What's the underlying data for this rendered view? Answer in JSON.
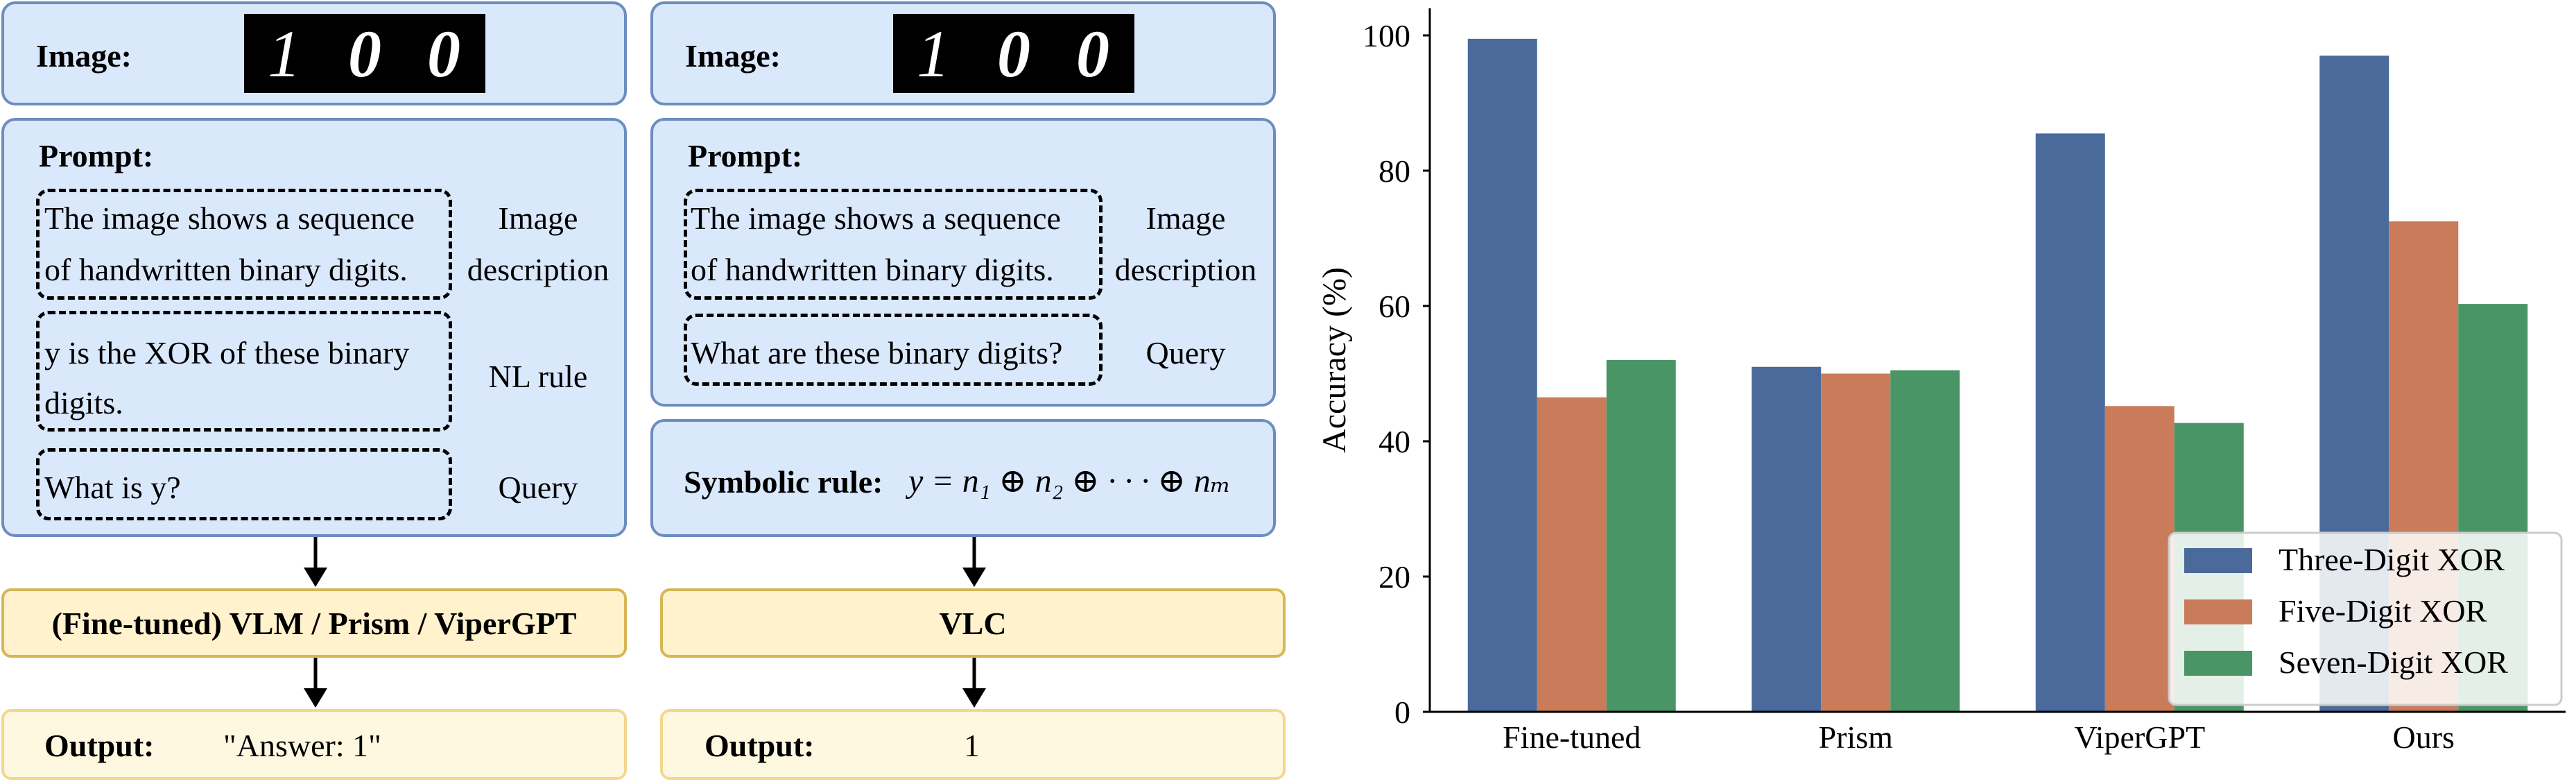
{
  "left_panel": {
    "image_label": "Image:",
    "image_digits": [
      "1",
      "0",
      "0"
    ],
    "prompt_label": "Prompt:",
    "segments": [
      {
        "lines": [
          "The image shows a sequence",
          "of handwritten binary digits."
        ],
        "tag": [
          "Image",
          "description"
        ]
      },
      {
        "lines": [
          "y is the XOR of these binary",
          "digits."
        ],
        "tag": [
          "NL rule"
        ]
      },
      {
        "lines": [
          "What is y?"
        ],
        "tag": [
          "Query"
        ]
      }
    ],
    "model_label": "(Fine-tuned) VLM / Prism / ViperGPT",
    "output_label": "Output:",
    "output_value": "\"Answer: 1\""
  },
  "right_panel": {
    "image_label": "Image:",
    "image_digits": [
      "1",
      "0",
      "0"
    ],
    "prompt_label": "Prompt:",
    "segments": [
      {
        "lines": [
          "The image shows a sequence",
          "of handwritten binary digits."
        ],
        "tag": [
          "Image",
          "description"
        ]
      },
      {
        "lines": [
          "What are these binary digits?"
        ],
        "tag": [
          "Query"
        ]
      }
    ],
    "symbolic_label": "Symbolic rule:",
    "symbolic_formula": "y = n₁ ⊕ n₂ ⊕ · · · ⊕ nₘ",
    "model_label": "VLC",
    "output_label": "Output:",
    "output_value": "1"
  },
  "colors": {
    "box_fill": "#dae8fc",
    "box_border": "#6c8ebf",
    "yellow_fill": "#fff2cc",
    "yellow_border": "#d6b656",
    "series": [
      "#4a6a9b",
      "#c97b5a",
      "#4a9565"
    ]
  },
  "chart_data": {
    "type": "bar",
    "categories": [
      "Fine-tuned",
      "Prism",
      "ViperGPT",
      "Ours"
    ],
    "series": [
      {
        "name": "Three-Digit XOR",
        "values": [
          99.5,
          51,
          85.5,
          97
        ]
      },
      {
        "name": "Five-Digit XOR",
        "values": [
          46.5,
          50,
          45.2,
          72.5
        ]
      },
      {
        "name": "Seven-Digit XOR",
        "values": [
          52,
          50.5,
          42.7,
          60.3
        ]
      }
    ],
    "ylabel": "Accuracy (%)",
    "xlabel": "",
    "ylim": [
      0,
      104
    ],
    "yticks": [
      0,
      20,
      40,
      60,
      80,
      100
    ],
    "grid": false,
    "legend_position": "bottom-right"
  }
}
